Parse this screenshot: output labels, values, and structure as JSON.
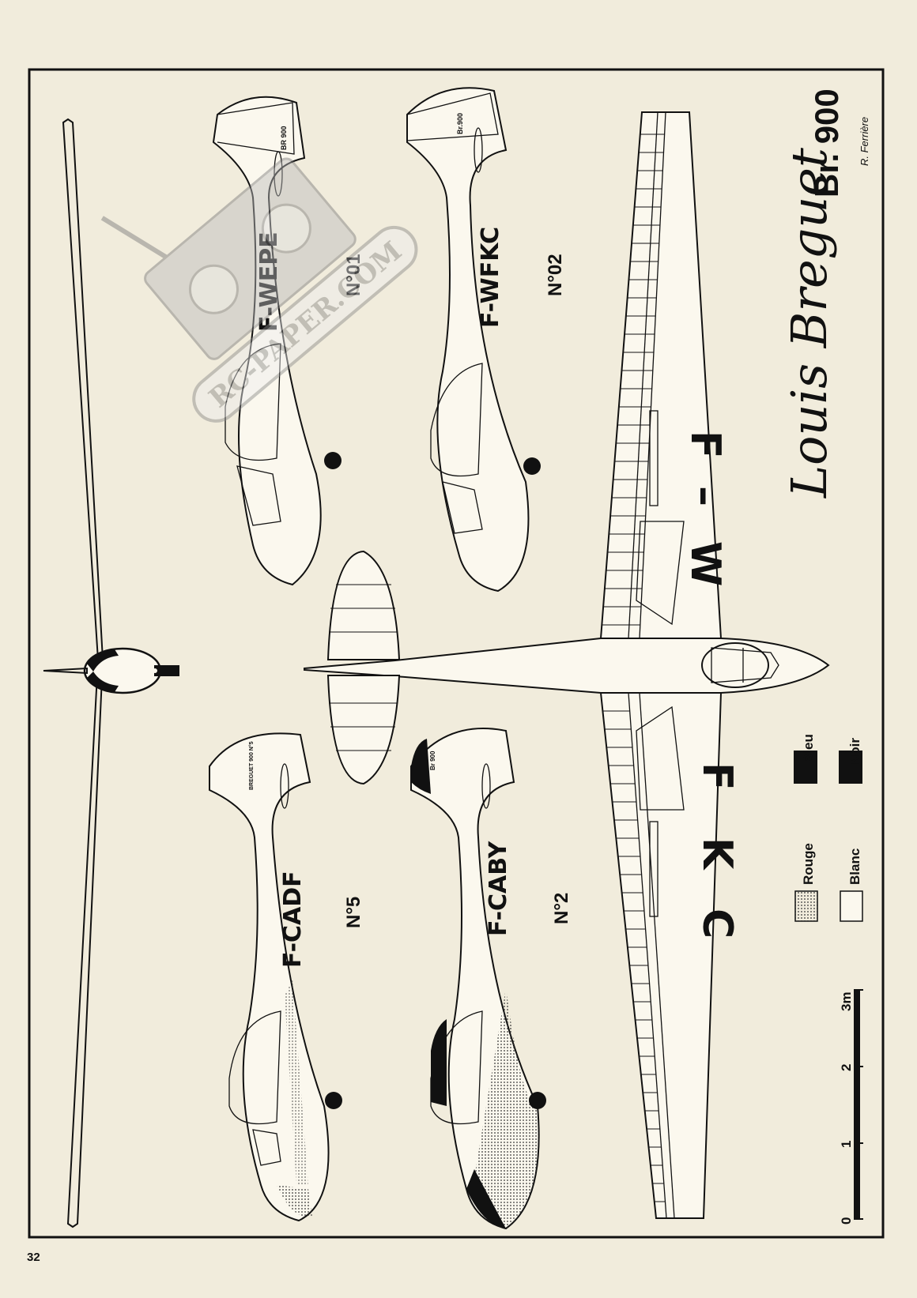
{
  "title": "Br. 900",
  "signature": "Louis Breguet",
  "credit": "R. Ferrière",
  "page_number": "32",
  "watermark": "RC-PAPER.COM",
  "variants": [
    {
      "registration": "F-WEPE",
      "label": "N°01",
      "fin_mark": "BR 900"
    },
    {
      "registration": "F-WFKC",
      "label": "N°02",
      "fin_mark": "Br.900"
    },
    {
      "registration": "F-CADF",
      "label": "N°5",
      "fin_mark": "BREGUET 900 N°5"
    },
    {
      "registration": "F-CABY",
      "label": "N°2",
      "fin_mark": "Br 900"
    }
  ],
  "wing_markings": {
    "upper": [
      "F",
      "–",
      "W"
    ],
    "lower": [
      "F",
      "K",
      "C"
    ]
  },
  "legend": [
    {
      "label": "Rouge",
      "color": "#c9c2b4"
    },
    {
      "label": "Bleu",
      "color": "#111111"
    },
    {
      "label": "Blanc",
      "color": "#fbf8ee"
    },
    {
      "label": "Noir",
      "color": "#111111"
    }
  ],
  "scale": {
    "ticks": [
      "0",
      "1",
      "2",
      "3m"
    ]
  }
}
